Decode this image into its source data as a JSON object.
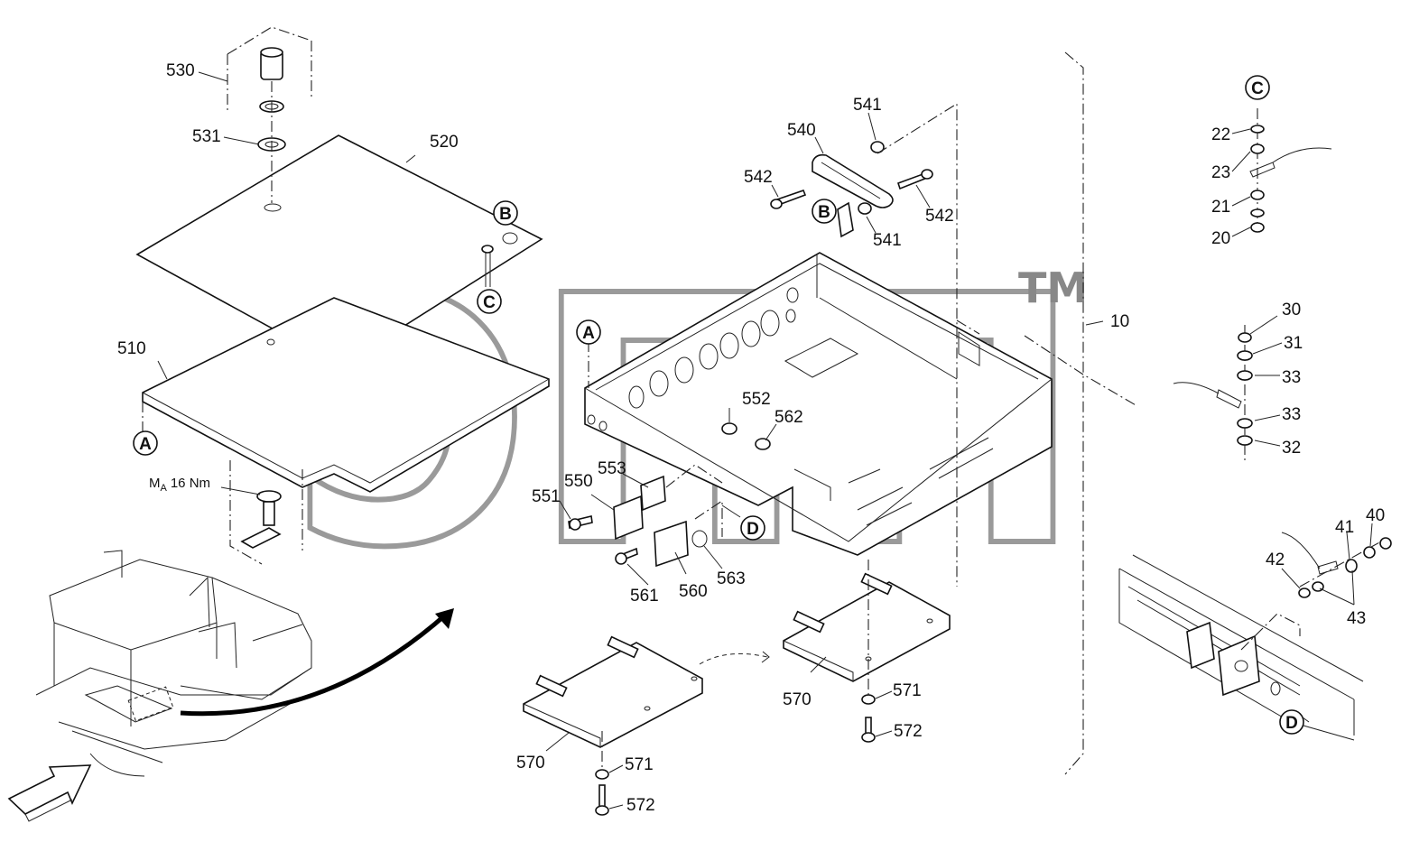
{
  "parts": {
    "p10": "10",
    "p20": "20",
    "p21": "21",
    "p22": "22",
    "p23": "23",
    "p30": "30",
    "p31": "31",
    "p32": "32",
    "p33a": "33",
    "p33b": "33",
    "p40": "40",
    "p41": "41",
    "p42": "42",
    "p43": "43",
    "p510": "510",
    "p520": "520",
    "p530": "530",
    "p531": "531",
    "p540": "540",
    "p541a": "541",
    "p541b": "541",
    "p542a": "542",
    "p542b": "542",
    "p550": "550",
    "p551": "551",
    "p552": "552",
    "p553": "553",
    "p560": "560",
    "p561": "561",
    "p562": "562",
    "p563": "563",
    "p570a": "570",
    "p570b": "570",
    "p571a": "571",
    "p571b": "571",
    "p572a": "572",
    "p572b": "572"
  },
  "refs": {
    "A1": "A",
    "A2": "A",
    "B1": "B",
    "B2": "B",
    "C1": "C",
    "C2": "C",
    "D1": "D",
    "D2": "D"
  },
  "torque": {
    "symbol": "M",
    "subscript": "A",
    "value": "16 Nm"
  },
  "watermark": {
    "text": "ЭПП",
    "tm": "TM"
  }
}
